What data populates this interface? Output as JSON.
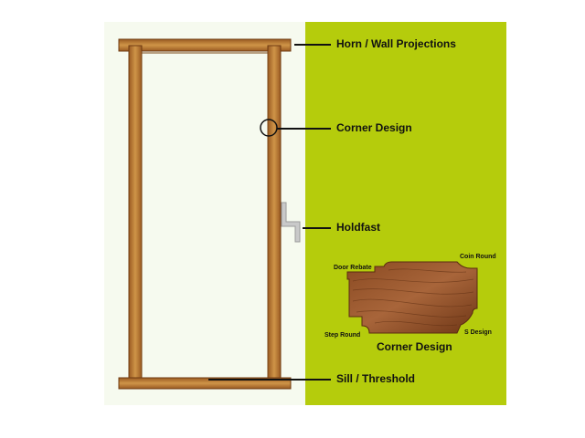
{
  "colors": {
    "panel_left": "#f6faef",
    "panel_right": "#b5cc0c",
    "wood_light": "#c8893a",
    "wood_dark": "#7a4516",
    "holdfast_metal": "#c4c4c4"
  },
  "callouts": {
    "horn": "Horn / Wall Projections",
    "corner": "Corner Design",
    "holdfast": "Holdfast",
    "sill": "Sill / Threshold"
  },
  "profile": {
    "caption": "Corner Design",
    "door_rebate": "Door Rebate",
    "coin_round": "Coin Round",
    "step_round": "Step Round",
    "s_design": "S Design"
  }
}
